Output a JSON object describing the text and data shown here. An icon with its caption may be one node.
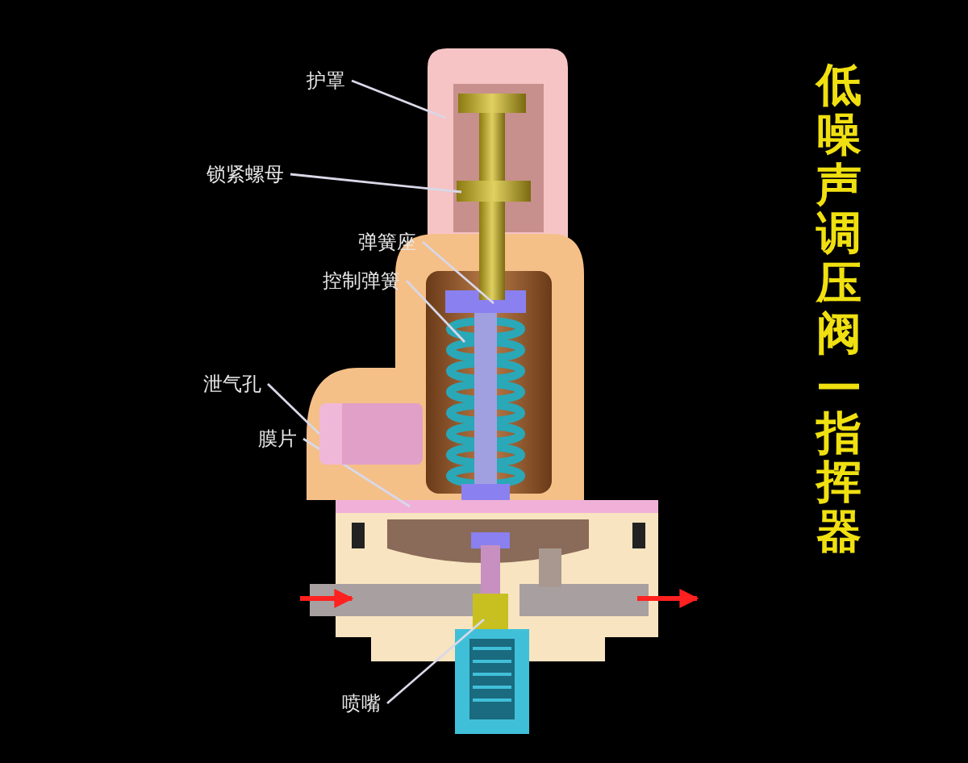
{
  "diagram": {
    "title": "低噪声调压阀—指挥器",
    "nodes": [
      {
        "text": [
          "护罩"
        ]
      },
      {
        "text": [
          "锁紧螺母"
        ]
      },
      {
        "text": [
          "弹簧座"
        ]
      },
      {
        "text": [
          "控制弹簧"
        ]
      },
      {
        "text": [
          "泄气孔"
        ]
      },
      {
        "text": [
          "膜片"
        ]
      },
      {
        "text": [
          "喷嘴"
        ]
      },
      {
        "text": [],
        "shape": "box"
      }
    ],
    "edges": [
      {
        "from": 0,
        "to": null,
        "arrow": "none"
      },
      {
        "from": 1,
        "to": null,
        "arrow": "none"
      },
      {
        "from": 2,
        "to": null,
        "arrow": "none"
      },
      {
        "from": 3,
        "to": null,
        "arrow": "none"
      },
      {
        "from": 4,
        "to": 7,
        "arrow": "none"
      },
      {
        "from": 5,
        "to": null,
        "arrow": "none"
      },
      {
        "from": 6,
        "to": null,
        "arrow": "none"
      }
    ]
  }
}
